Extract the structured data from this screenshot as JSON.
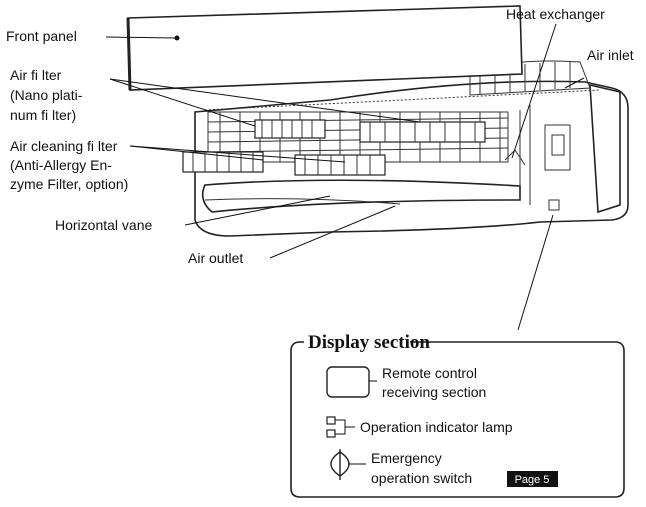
{
  "labels": {
    "front_panel": "Front panel",
    "air_filter": [
      "Air fi lter",
      "(Nano plati-",
      "num fi lter)"
    ],
    "air_cleaning_filter": [
      "Air cleaning fi lter",
      "(Anti-Allergy En-",
      "zyme Filter, option)"
    ],
    "horizontal_vane": "Horizontal vane",
    "air_outlet": "Air outlet",
    "heat_exchanger": "Heat exchanger",
    "air_inlet": "Air inlet"
  },
  "display_section": {
    "title": "Display section",
    "remote_control": [
      "Remote control",
      "receiving section"
    ],
    "operation_lamp": "Operation indicator lamp",
    "emergency_switch": [
      "Emergency",
      "operation switch"
    ],
    "page_ref": "Page 5"
  },
  "colors": {
    "line": "#111111",
    "badge_bg": "#111111",
    "badge_text": "#ffffff"
  }
}
